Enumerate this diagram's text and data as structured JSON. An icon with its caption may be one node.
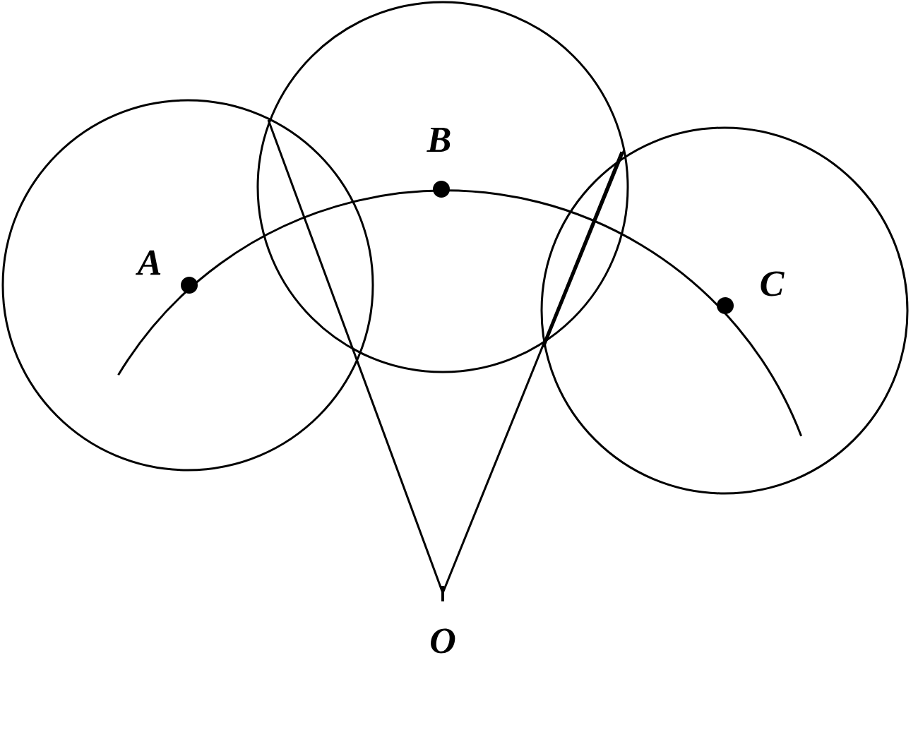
{
  "diagram": {
    "labels": [
      "A",
      "B",
      "C",
      "O"
    ]
  }
}
